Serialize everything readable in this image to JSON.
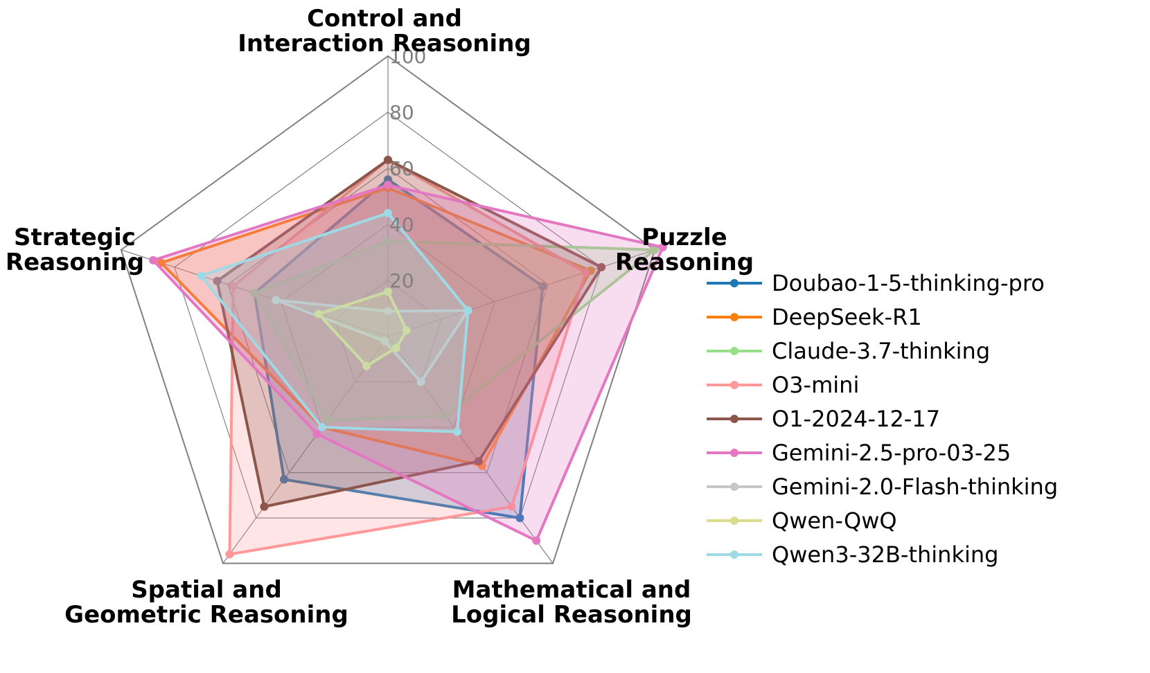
{
  "chart_data": {
    "type": "radar",
    "title": "",
    "axes": [
      [
        "Control and",
        "Interaction Reasoning"
      ],
      [
        "Puzzle",
        "Reasoning"
      ],
      [
        "Mathematical and",
        "Logical Reasoning"
      ],
      [
        "Spatial and",
        "Geometric Reasoning"
      ],
      [
        "Strategic",
        "Reasoning"
      ]
    ],
    "rlim": [
      0,
      100
    ],
    "rticks": [
      "20",
      "40",
      "60",
      "80",
      "100"
    ],
    "grid": true,
    "legend_position": "right",
    "series": [
      {
        "name": "Doubao-1-5-thinking-pro",
        "color": "#1f77b4",
        "values": [
          56,
          58,
          80,
          63,
          50
        ]
      },
      {
        "name": "DeepSeek-R1",
        "color": "#ff7f0e",
        "values": [
          53,
          76,
          57,
          40,
          85
        ]
      },
      {
        "name": "Claude-3.7-thinking",
        "color": "#98df8a",
        "values": [
          34,
          100,
          35,
          37,
          50
        ]
      },
      {
        "name": "O3-mini",
        "color": "#ff9896",
        "values": [
          63,
          74,
          75,
          96,
          58
        ]
      },
      {
        "name": "O1-2024-12-17",
        "color": "#8c564b",
        "values": [
          63,
          80,
          55,
          75,
          64
        ]
      },
      {
        "name": "Gemini-2.5-pro-03-25",
        "color": "#e377c2",
        "values": [
          54,
          103,
          90,
          43,
          88
        ]
      },
      {
        "name": "Gemini-2.0-Flash-thinking",
        "color": "#c7c7c7",
        "values": [
          9,
          30,
          20,
          2,
          42
        ]
      },
      {
        "name": "Qwen-QwQ",
        "color": "#dbdb8d",
        "values": [
          16,
          7,
          5,
          13,
          26
        ]
      },
      {
        "name": "Qwen3-32B-thinking",
        "color": "#9edae5",
        "values": [
          44,
          30,
          42,
          40,
          70
        ]
      }
    ]
  }
}
